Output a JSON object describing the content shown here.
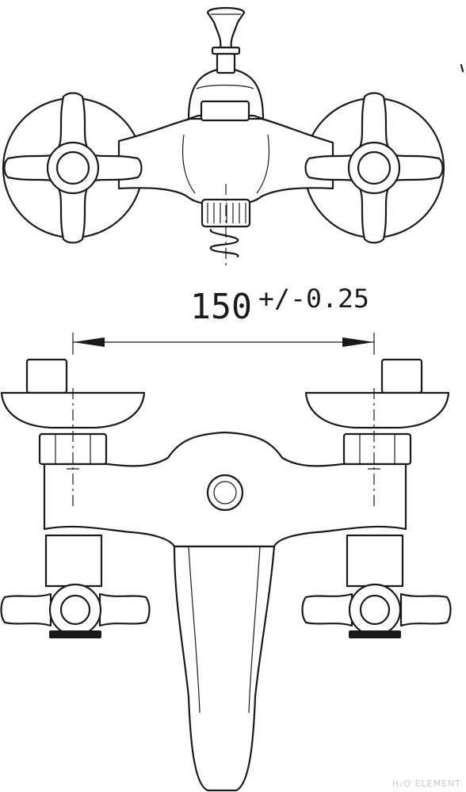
{
  "dimension": {
    "value": "150",
    "tolerance": "+/-0.25"
  },
  "watermark": "H₂O ELEMENT"
}
